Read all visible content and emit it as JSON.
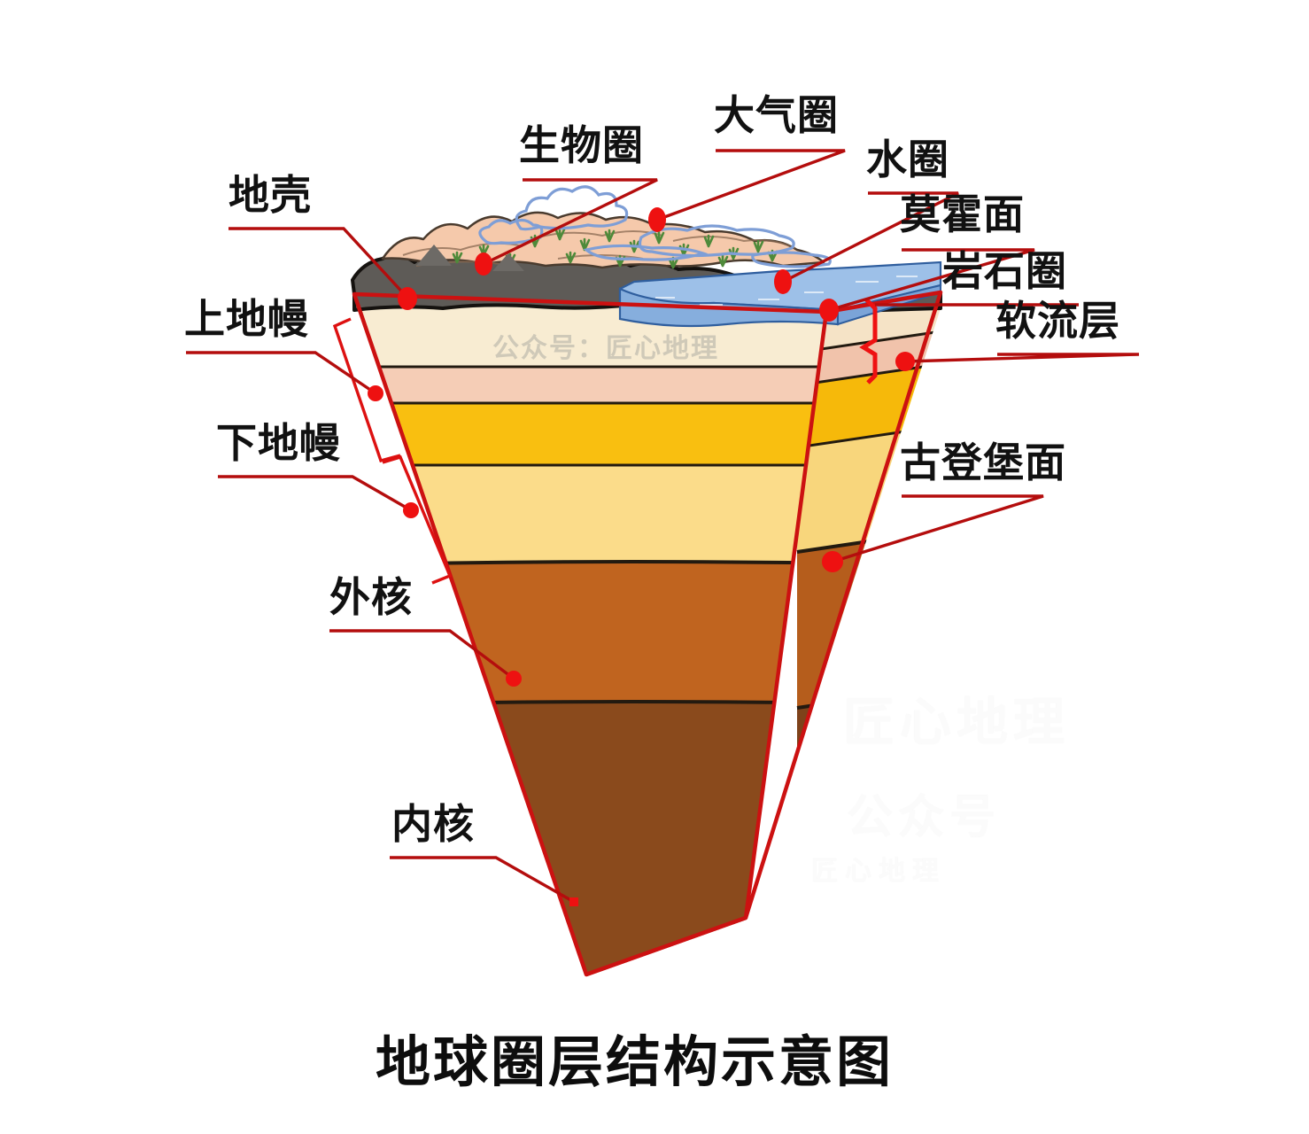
{
  "figure": {
    "title": "地球圈层结构示意图",
    "watermark_primary": "公众号：匠心地理",
    "watermark_secondary_1": "匠心地理",
    "watermark_secondary_2": "公众号",
    "watermark_secondary_3": "匠心地理"
  },
  "labels": {
    "crust": "地壳",
    "biosphere": "生物圈",
    "atmosphere": "大气圈",
    "hydrosphere": "水圈",
    "moho": "莫霍面",
    "lithosphere": "岩石圈",
    "asthenosphere": "软流层",
    "upper_mantle": "上地幔",
    "lower_mantle": "下地幔",
    "gutenberg": "古登堡面",
    "outer_core": "外核",
    "inner_core": "内核"
  },
  "colors": {
    "leader": "#c00000",
    "dot": "#ee1111",
    "outline": "#cc1111",
    "crust_rock": "#5e5b57",
    "crust_soil": "#f5c9ab",
    "vegetation": "#4e8a3a",
    "cloud": "#7e9ed6",
    "ocean": "#86aedd",
    "ocean_top": "#9dc0e8",
    "mantle_cream": "#f8ecd2",
    "asthenosphere": "#f3c9b4",
    "mantle_gold": "#f9bf10",
    "mantle_light": "#fbdc8a",
    "outer_core": "#c0641f",
    "inner_core": "#8a4a1c",
    "text": "#111111",
    "watermark": "#c9c3b4"
  },
  "layers": [
    {
      "name": "大气圈",
      "key": "atmosphere"
    },
    {
      "name": "生物圈",
      "key": "biosphere"
    },
    {
      "name": "水圈",
      "key": "hydrosphere"
    },
    {
      "name": "地壳",
      "key": "crust"
    },
    {
      "name": "岩石圈",
      "key": "lithosphere"
    },
    {
      "name": "莫霍面",
      "key": "moho"
    },
    {
      "name": "软流层",
      "key": "asthenosphere"
    },
    {
      "name": "上地幔",
      "key": "upper_mantle"
    },
    {
      "name": "下地幔",
      "key": "lower_mantle"
    },
    {
      "name": "古登堡面",
      "key": "gutenberg"
    },
    {
      "name": "外核",
      "key": "outer_core"
    },
    {
      "name": "内核",
      "key": "inner_core"
    }
  ]
}
